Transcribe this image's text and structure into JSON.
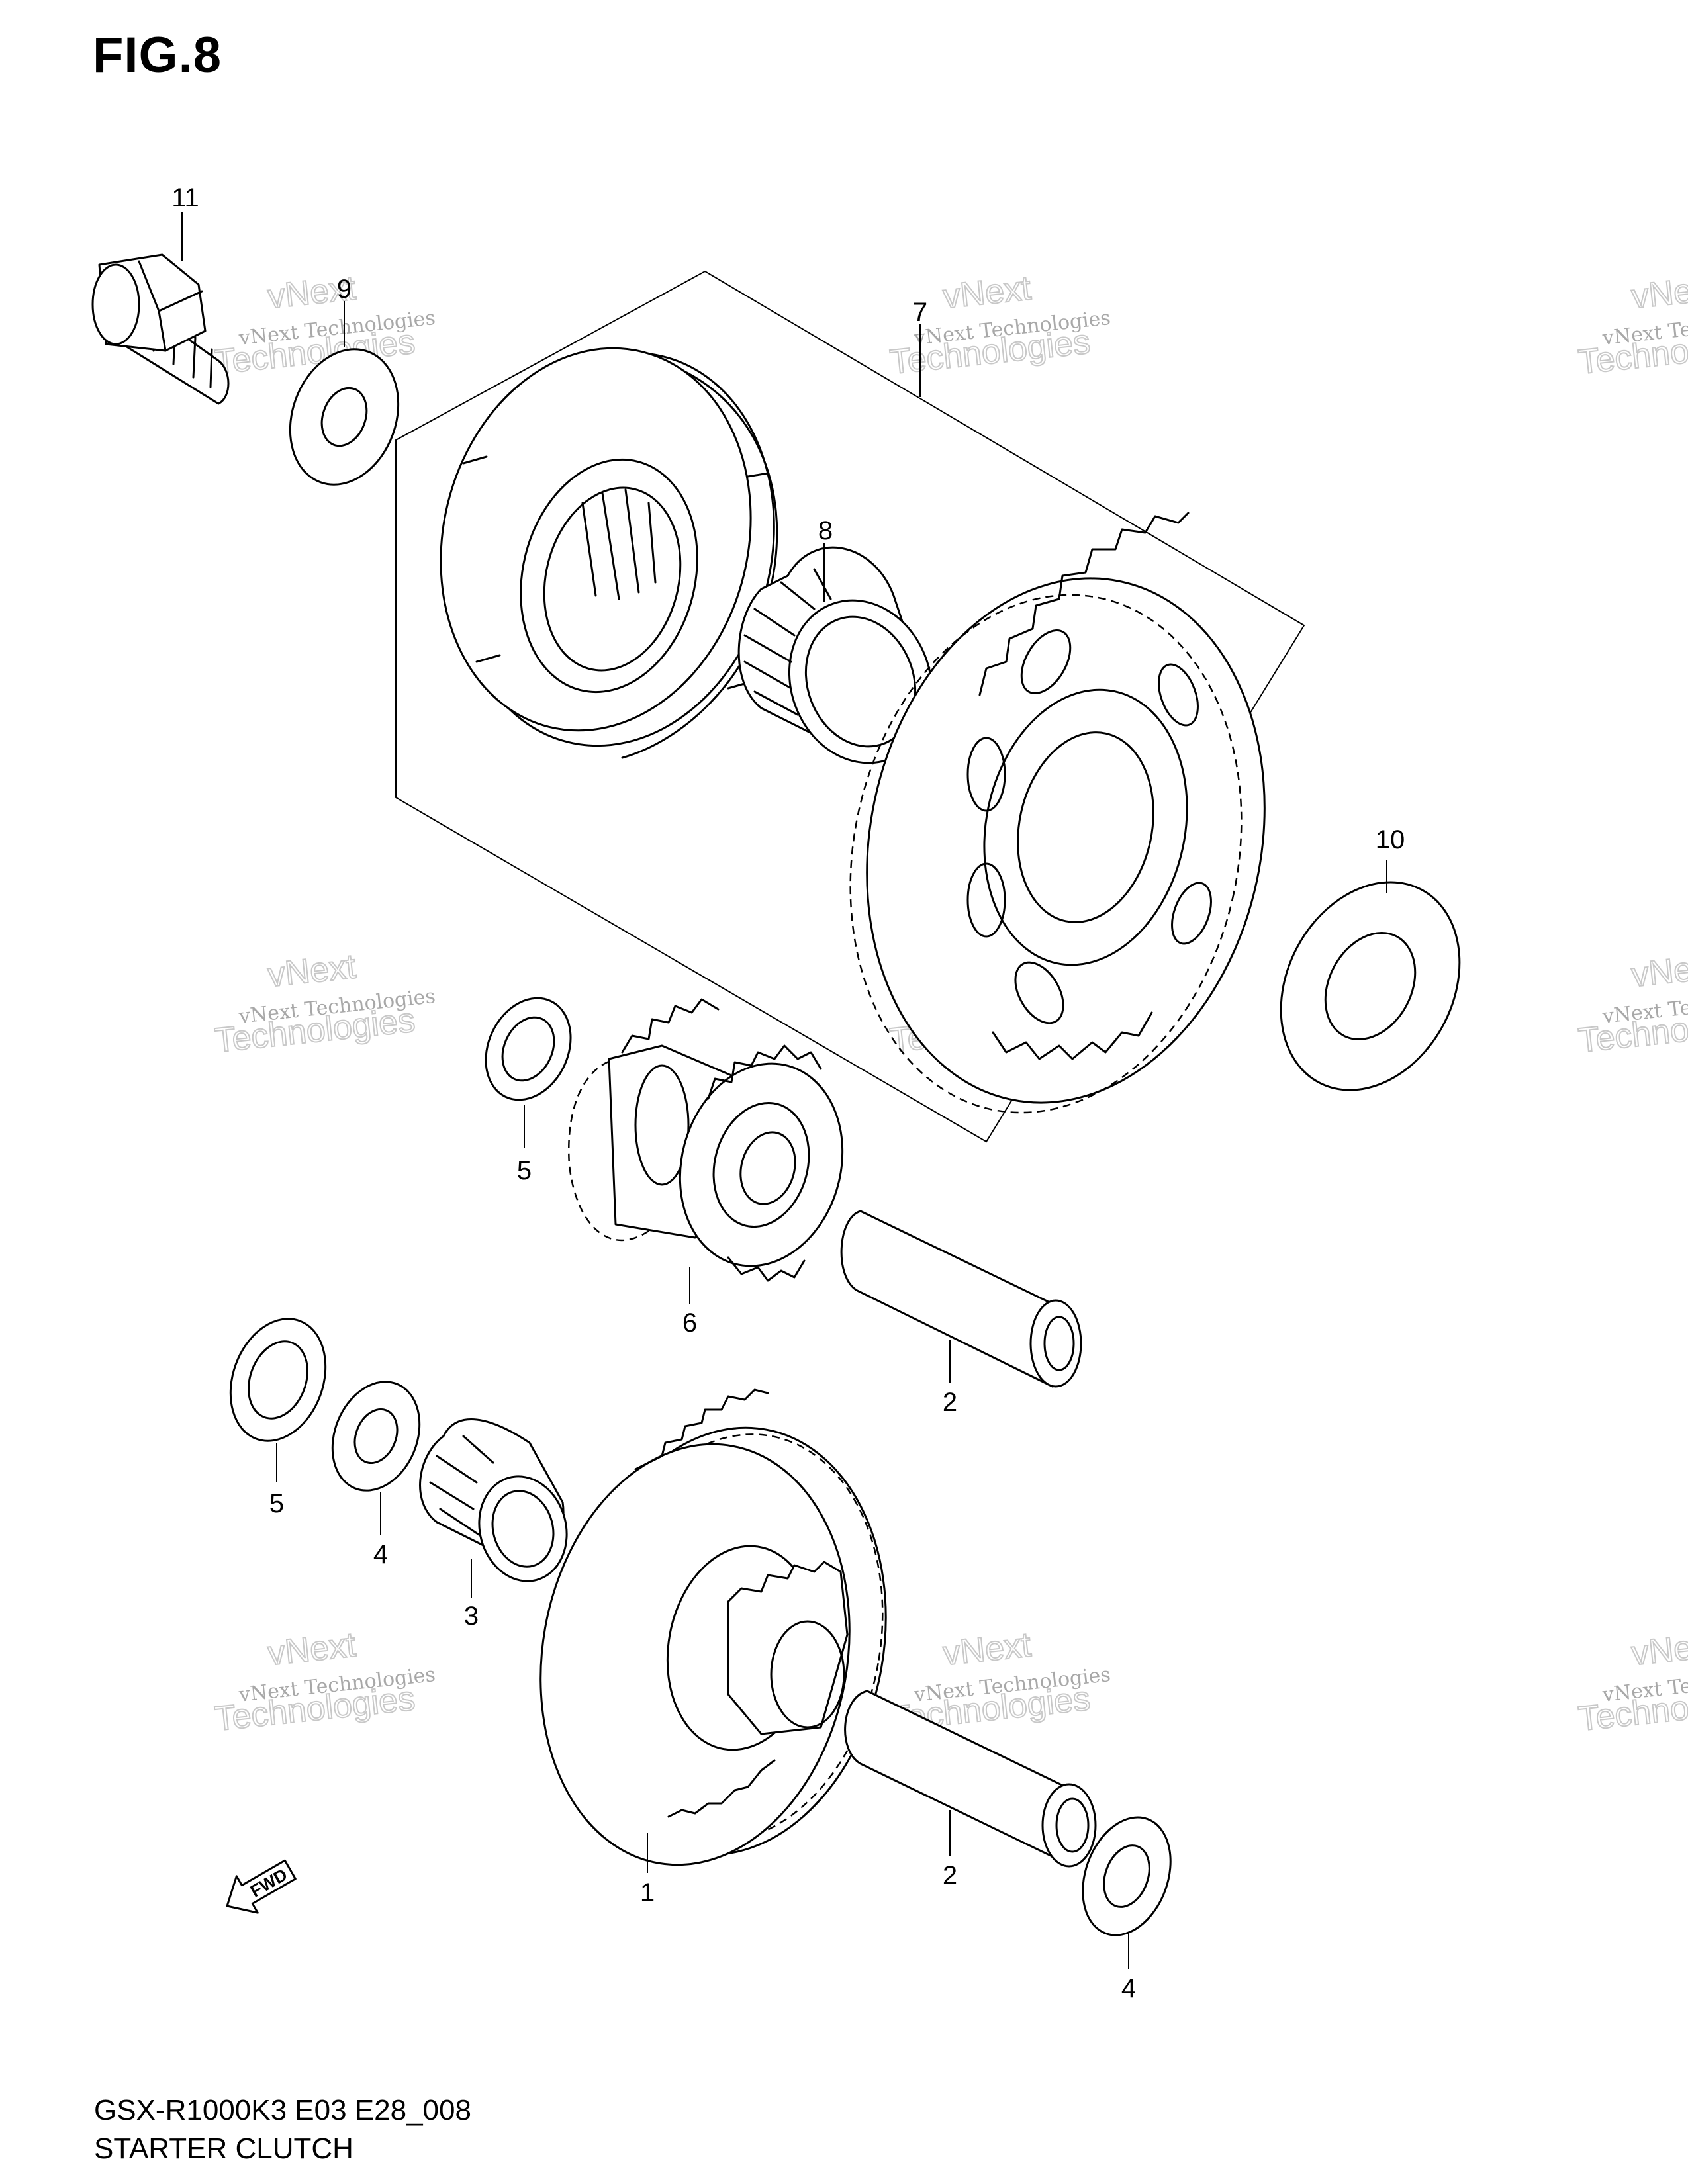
{
  "figure": {
    "title": "FIG.8",
    "model_code": "GSX-R1000K3 E03 E28_008",
    "assembly_name": "STARTER CLUTCH"
  },
  "callouts": [
    "1",
    "2",
    "2",
    "3",
    "4",
    "4",
    "5",
    "5",
    "6",
    "7",
    "8",
    "9",
    "10",
    "11"
  ],
  "watermark": {
    "line1": "vNext Technologies",
    "line2a": "vNext",
    "line2b": "Technologies"
  },
  "direction_marker": {
    "label": "FWD",
    "icon": "arrow-fwd-icon"
  },
  "colors": {
    "line": "#000000",
    "watermark": "#a8a8a8",
    "background": "#ffffff"
  }
}
